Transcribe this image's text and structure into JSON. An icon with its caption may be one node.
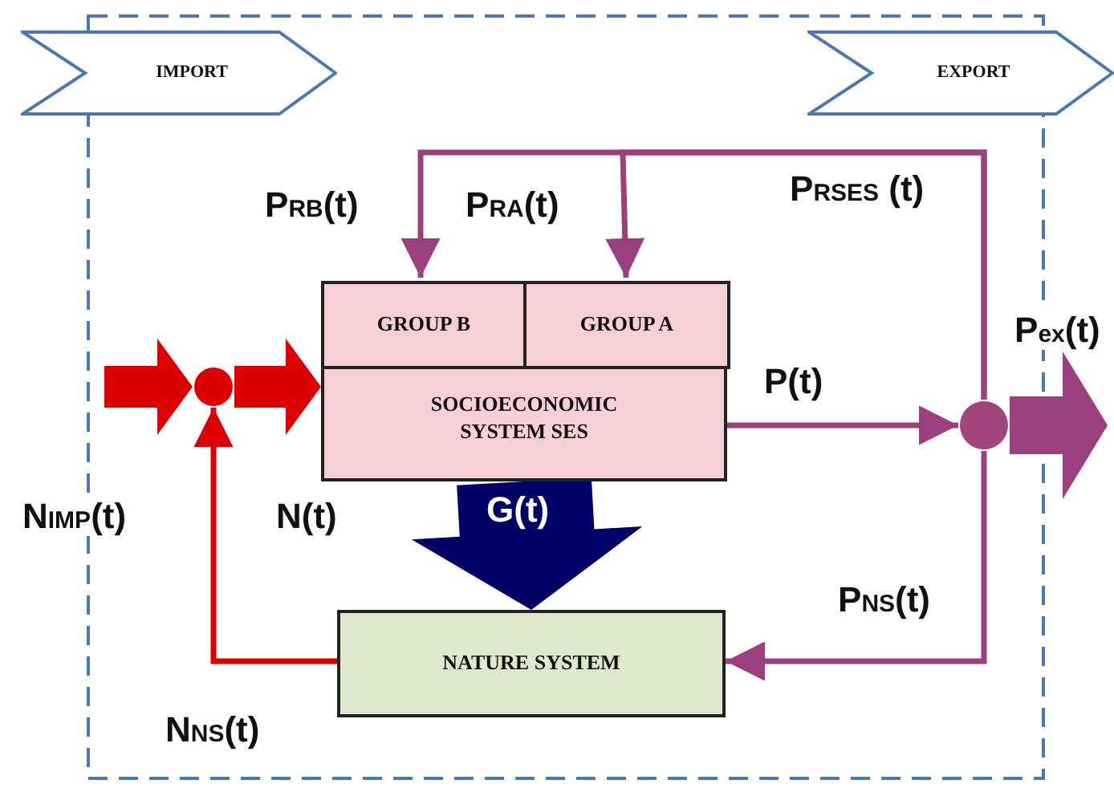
{
  "diagram": {
    "nodes": [
      {
        "text": [
          "IMPORT"
        ]
      },
      {
        "text": [
          "EXPORT"
        ]
      },
      {
        "text": [
          "SOCIOECONOMIC SYSTEM SES"
        ]
      },
      {
        "text": [
          "GROUP B"
        ],
        "in": 2
      },
      {
        "text": [
          "GROUP A"
        ],
        "in": 2
      },
      {
        "text": [
          "NATURE SYSTEM"
        ]
      },
      {
        "text": [],
        "shape": "circle"
      },
      {
        "text": [],
        "shape": "circle"
      }
    ],
    "edges": [
      {
        "from": null,
        "to": 6,
        "arrow": "to",
        "label": "N$_{IMP}$(t)",
        "style": "thick",
        "color": "#dd0000"
      },
      {
        "from": 6,
        "to": 2,
        "arrow": "to",
        "label": "N(t)",
        "style": "thick",
        "color": "#dd0000"
      },
      {
        "from": 2,
        "to": 7,
        "arrow": "to",
        "label": "P(t)"
      },
      {
        "from": 7,
        "to": 3,
        "arrow": "to",
        "label": "P$_{RB}$(t)"
      },
      {
        "from": 7,
        "to": 4,
        "arrow": "to",
        "label": "P$_{RA}$(t)"
      },
      {
        "from": 7,
        "to": 5,
        "arrow": "to",
        "label": "P$_{NS}$(t)"
      },
      {
        "from": 5,
        "to": 6,
        "arrow": "to",
        "label": "N$_{NS}$(t)",
        "color": "#dd0000"
      },
      {
        "from": 7,
        "to": null,
        "arrow": "to",
        "label": "P$_{ex}$(t)",
        "style": "thick"
      },
      {
        "from": 2,
        "to": 5,
        "arrow": "to",
        "label": "G(t)",
        "style": "thick",
        "color": "#000066"
      }
    ],
    "labels": [
      "P$_{RSES}$ (t)"
    ]
  }
}
